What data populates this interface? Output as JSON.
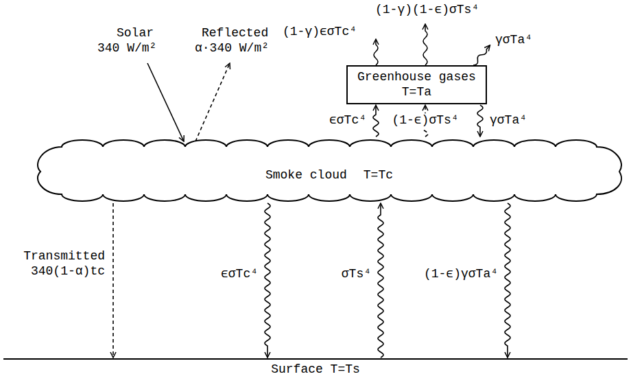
{
  "diagram": {
    "nodes": [
      {
        "text": [
          "Greenhouse gases",
          "T=Ta"
        ]
      },
      {
        "text": [
          "Smoke cloud",
          "T=Tc"
        ]
      },
      {
        "text": [
          "Surface T=Ts"
        ]
      }
    ],
    "edges": [
      {
        "from": 1,
        "to": 0,
        "arrow": "to",
        "label": "ϵσTc⁴"
      },
      {
        "from": 1,
        "to": 0,
        "arrow": "to",
        "label": "(1-ϵ)σTs⁴"
      },
      {
        "from": 0,
        "to": 1,
        "arrow": "to",
        "label": "γσTa⁴"
      },
      {
        "from": 1,
        "to": 2,
        "arrow": "to",
        "label": "ϵσTc⁴"
      },
      {
        "from": 2,
        "to": 1,
        "arrow": "to",
        "label": "σTs⁴"
      },
      {
        "from": 1,
        "to": 2,
        "arrow": "to",
        "label": "(1-ϵ)γσTa⁴"
      },
      {
        "from": 1,
        "to": 2,
        "arrow": "to",
        "label": "Transmitted 340(1-α)tc"
      }
    ],
    "labels": [
      "Solar",
      "340 W/m²",
      "Reflected",
      "α·340 W/m²",
      "(1-γ)(1-ϵ)σTs⁴",
      "(1-γ)ϵσTc⁴",
      "γσTa⁴"
    ]
  }
}
